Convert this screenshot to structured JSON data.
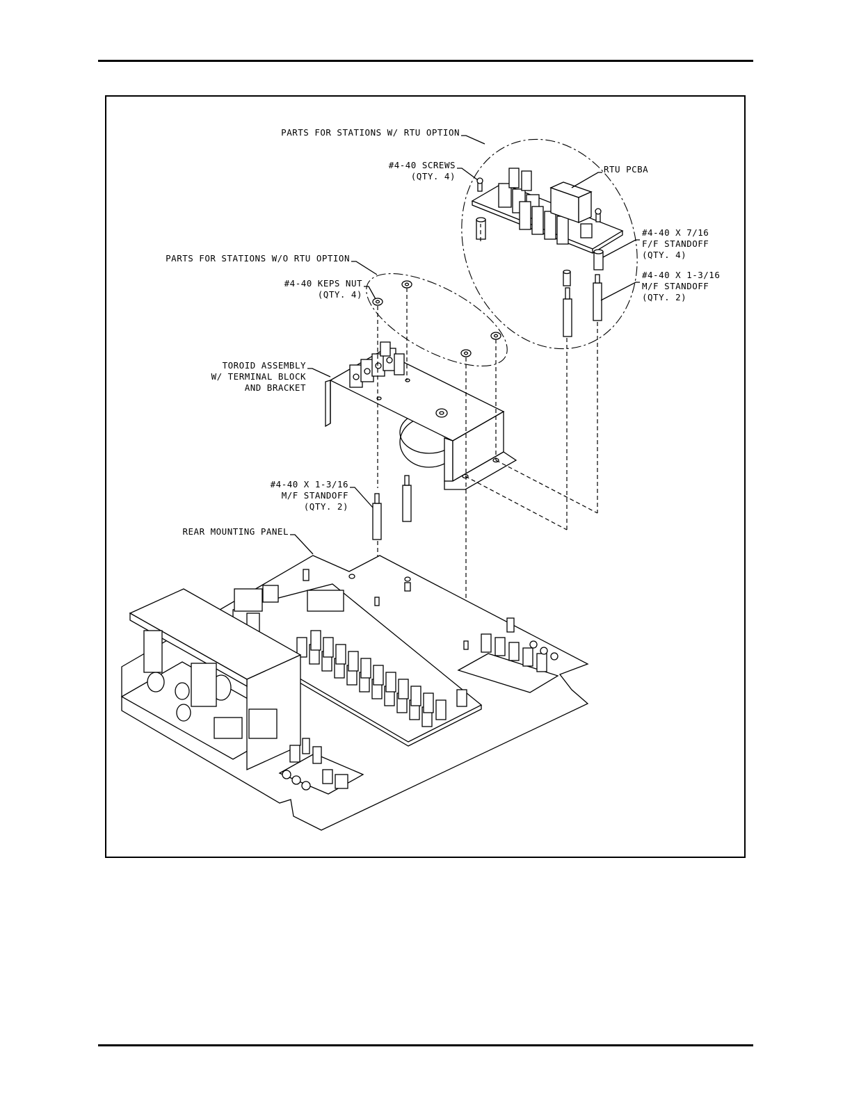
{
  "labels": {
    "rtu_parts": "PARTS FOR STATIONS W/ RTU OPTION",
    "screws_line1": "#4-40 SCREWS",
    "screws_line2": "(QTY. 4)",
    "rtu_pcba": "RTU PCBA",
    "ff_standoff_line1": "#4-40 X 7/16",
    "ff_standoff_line2": "F/F STANDOFF",
    "ff_standoff_line3": "(QTY. 4)",
    "mf_standoff_right_line1": "#4-40 X 1-3/16",
    "mf_standoff_right_line2": "M/F STANDOFF",
    "mf_standoff_right_line3": "(QTY. 2)",
    "no_rtu_parts": "PARTS FOR STATIONS W/O RTU OPTION",
    "keps_nut_line1": "#4-40 KEPS NUT",
    "keps_nut_line2": "(QTY. 4)",
    "toroid_line1": "TOROID ASSEMBLY",
    "toroid_line2": "W/ TERMINAL BLOCK",
    "toroid_line3": "AND BRACKET",
    "mf_standoff_left_line1": "#4-40 X 1-3/16",
    "mf_standoff_left_line2": "M/F STANDOFF",
    "mf_standoff_left_line3": "(QTY. 2)",
    "rear_panel": "REAR MOUNTING PANEL"
  }
}
